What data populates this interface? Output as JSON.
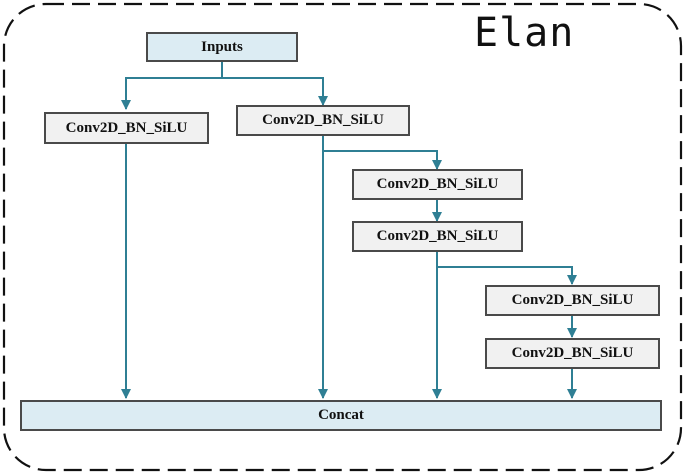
{
  "title": "Elan",
  "nodes": {
    "inputs": "Inputs",
    "conv_a": "Conv2D_BN_SiLU",
    "conv_b": "Conv2D_BN_SiLU",
    "conv_c": "Conv2D_BN_SiLU",
    "conv_d": "Conv2D_BN_SiLU",
    "conv_e": "Conv2D_BN_SiLU",
    "conv_f": "Conv2D_BN_SiLU",
    "concat": "Concat"
  },
  "colors": {
    "arrow": "#2f7f94",
    "border_dashed": "#111111",
    "input_fill": "#dcecf3",
    "conv_fill": "#f1f1f1"
  }
}
